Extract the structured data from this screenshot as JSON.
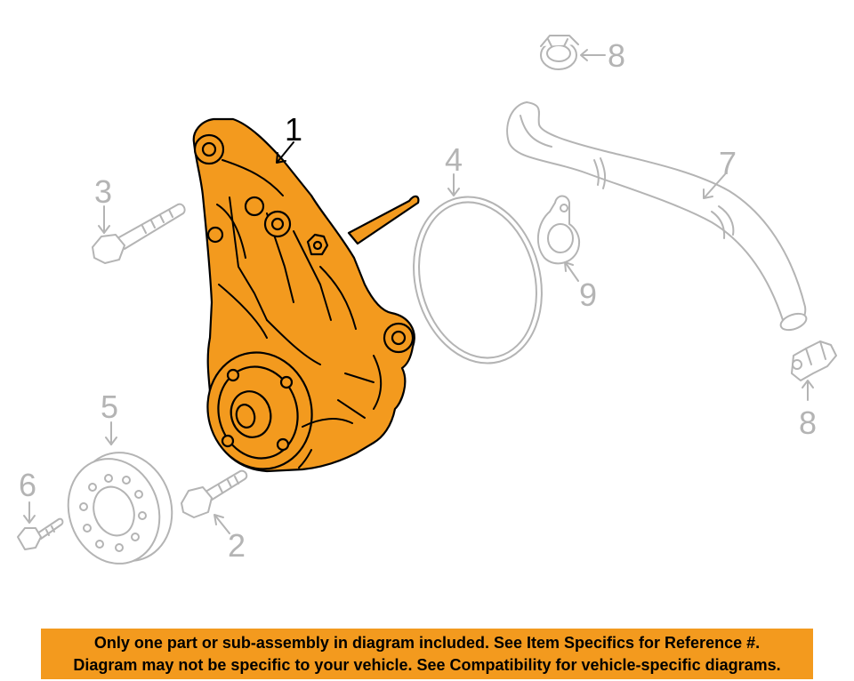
{
  "callouts": {
    "c1": "1",
    "c2": "2",
    "c3": "3",
    "c4": "4",
    "c5": "5",
    "c6": "6",
    "c7": "7",
    "c8_top": "8",
    "c8_bottom": "8",
    "c9": "9"
  },
  "banner": {
    "line1": "Only one part or sub-assembly in diagram included. See Item Specifics for Reference #.",
    "line2": "Diagram may not be specific to your vehicle. See Compatibility for vehicle-specific diagrams."
  },
  "colors": {
    "highlight": "#f39a1e",
    "ghost_stroke": "#b4b4b4",
    "text": "#000000"
  }
}
